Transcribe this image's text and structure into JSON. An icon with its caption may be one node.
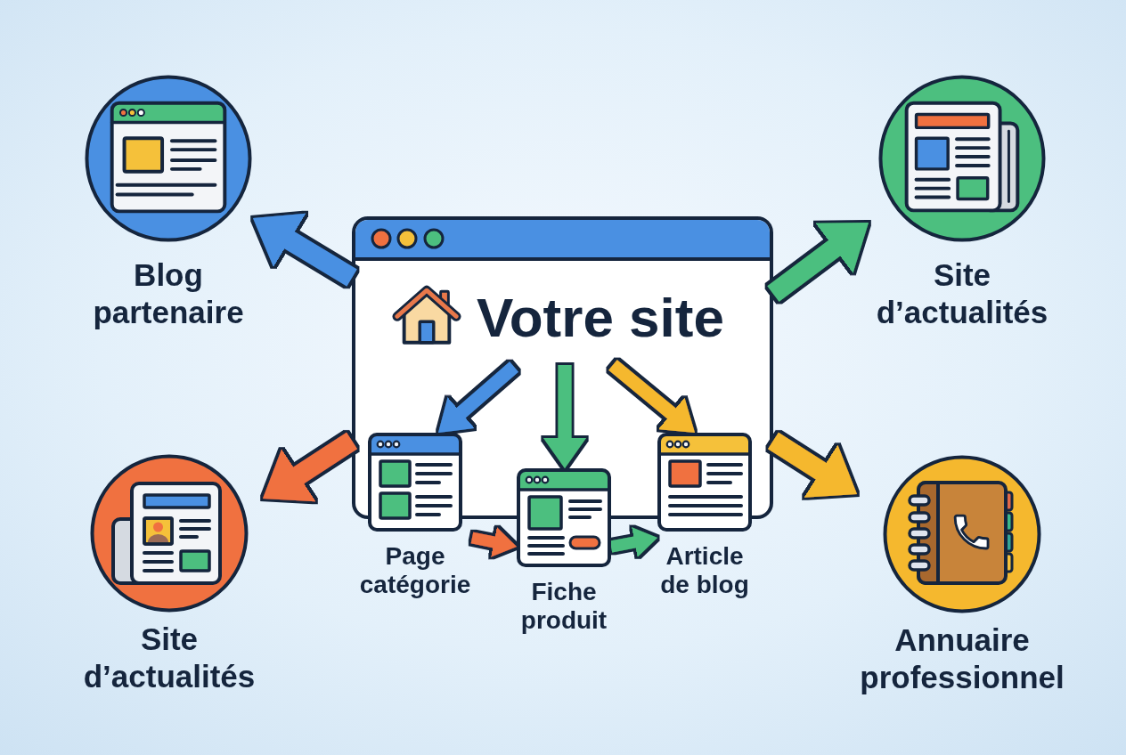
{
  "diagram": {
    "nodes": [
      {
        "text": [
          "Blog partenaire"
        ]
      },
      {
        "text": [
          "Site d’actualités"
        ]
      },
      {
        "text": [
          "Votre site"
        ]
      },
      {
        "text": [
          "Page catégorie"
        ]
      },
      {
        "text": [
          "Fiche produit"
        ]
      },
      {
        "text": [
          "Article de blog"
        ]
      },
      {
        "text": [
          "Site d’actualités"
        ]
      },
      {
        "text": [
          "Annuaire professionnel"
        ]
      }
    ],
    "edges": [
      {
        "from": 2,
        "to": 0,
        "arrow": "to",
        "color": "#4a90e2"
      },
      {
        "from": 2,
        "to": 1,
        "arrow": "to",
        "color": "#4cbf7f"
      },
      {
        "from": 2,
        "to": 3,
        "arrow": "to",
        "color": "#4a90e2"
      },
      {
        "from": 2,
        "to": 4,
        "arrow": "to",
        "color": "#4cbf7f"
      },
      {
        "from": 2,
        "to": 5,
        "arrow": "to",
        "color": "#f5b82e"
      },
      {
        "from": 3,
        "to": 4,
        "arrow": "to",
        "color": "#f07140"
      },
      {
        "from": 4,
        "to": 5,
        "arrow": "to",
        "color": "#4cbf7f"
      },
      {
        "from": 2,
        "to": 6,
        "arrow": "to",
        "color": "#f07140"
      },
      {
        "from": 2,
        "to": 7,
        "arrow": "to",
        "color": "#f5b82e"
      }
    ]
  }
}
